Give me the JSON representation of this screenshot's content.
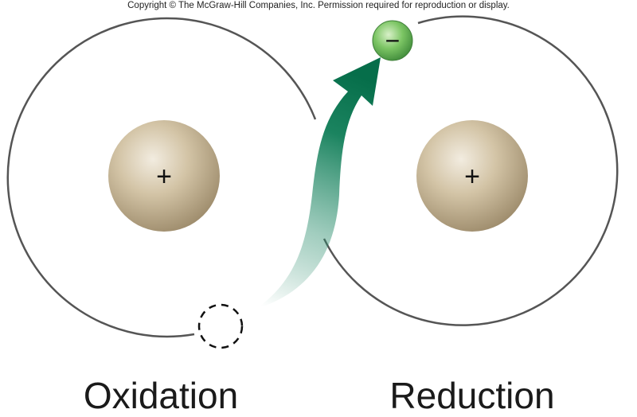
{
  "copyright": "Copyright © The McGraw-Hill Companies, Inc. Permission required for reproduction or display.",
  "labels": {
    "left": "Oxidation",
    "right": "Reduction"
  },
  "symbols": {
    "nucleus_left": "+",
    "nucleus_right": "+",
    "electron": "−"
  },
  "colors": {
    "orbit": "#555555",
    "nucleus": "#c8b89a",
    "arrow": "#0e7a55",
    "electron": "#6fbf5a"
  }
}
